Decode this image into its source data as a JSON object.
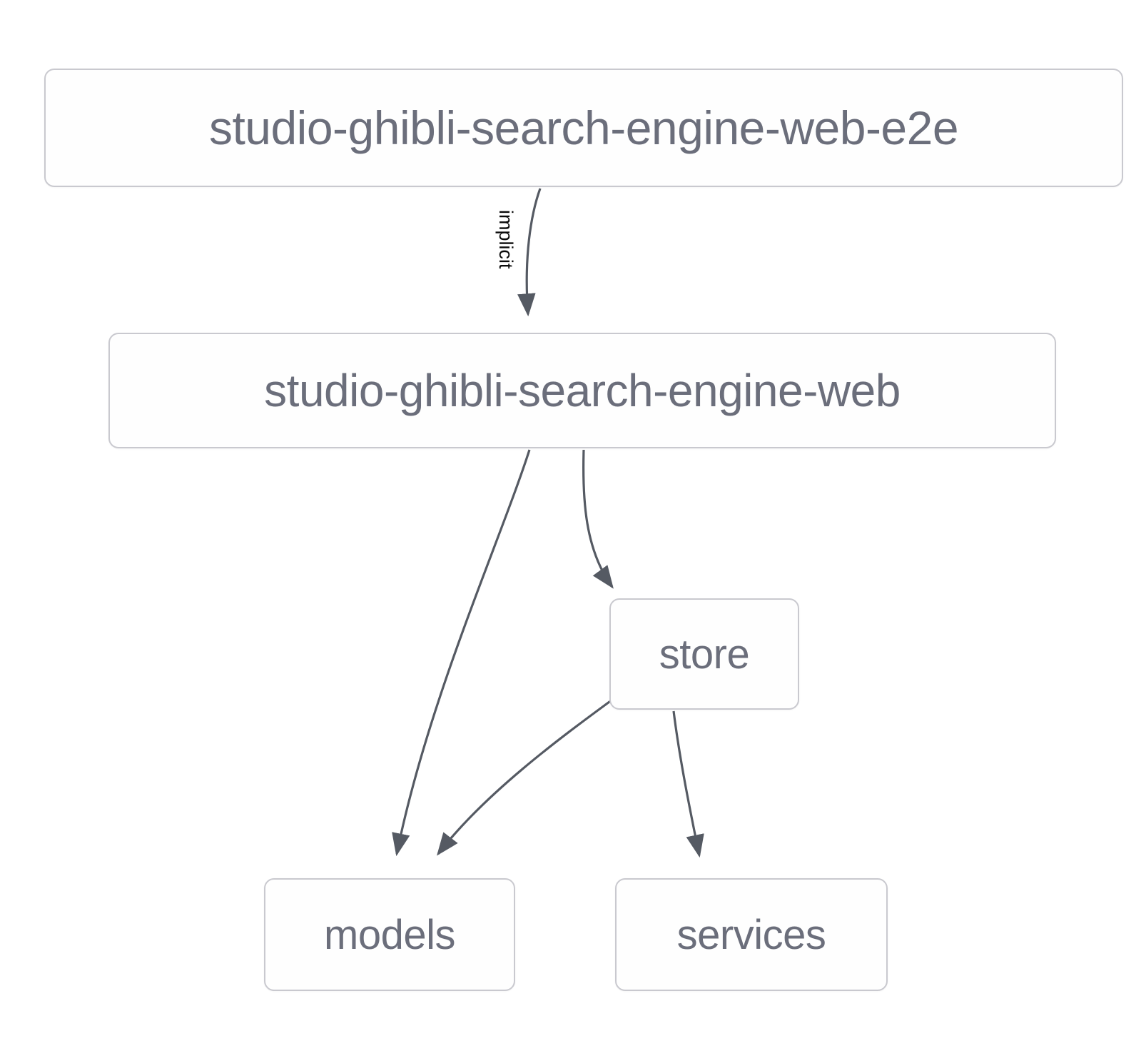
{
  "diagram": {
    "type": "dependency-graph",
    "title": "",
    "colors": {
      "node_border": "#c9c9cf",
      "node_fill": "#fefefe",
      "node_text": "#6b6e7b",
      "edge_stroke": "#555a63",
      "edge_label_text": "#0a0a0a",
      "background": "#ffffff"
    },
    "nodes": [
      {
        "id": "e2e",
        "label": "studio-ghibli-search-engine-web-e2e"
      },
      {
        "id": "web",
        "label": "studio-ghibli-search-engine-web"
      },
      {
        "id": "store",
        "label": "store"
      },
      {
        "id": "models",
        "label": "models"
      },
      {
        "id": "services",
        "label": "services"
      }
    ],
    "edges": [
      {
        "from": "e2e",
        "to": "web",
        "label": "implicit"
      },
      {
        "from": "web",
        "to": "models",
        "label": ""
      },
      {
        "from": "web",
        "to": "store",
        "label": ""
      },
      {
        "from": "store",
        "to": "models",
        "label": ""
      },
      {
        "from": "store",
        "to": "services",
        "label": ""
      }
    ]
  }
}
